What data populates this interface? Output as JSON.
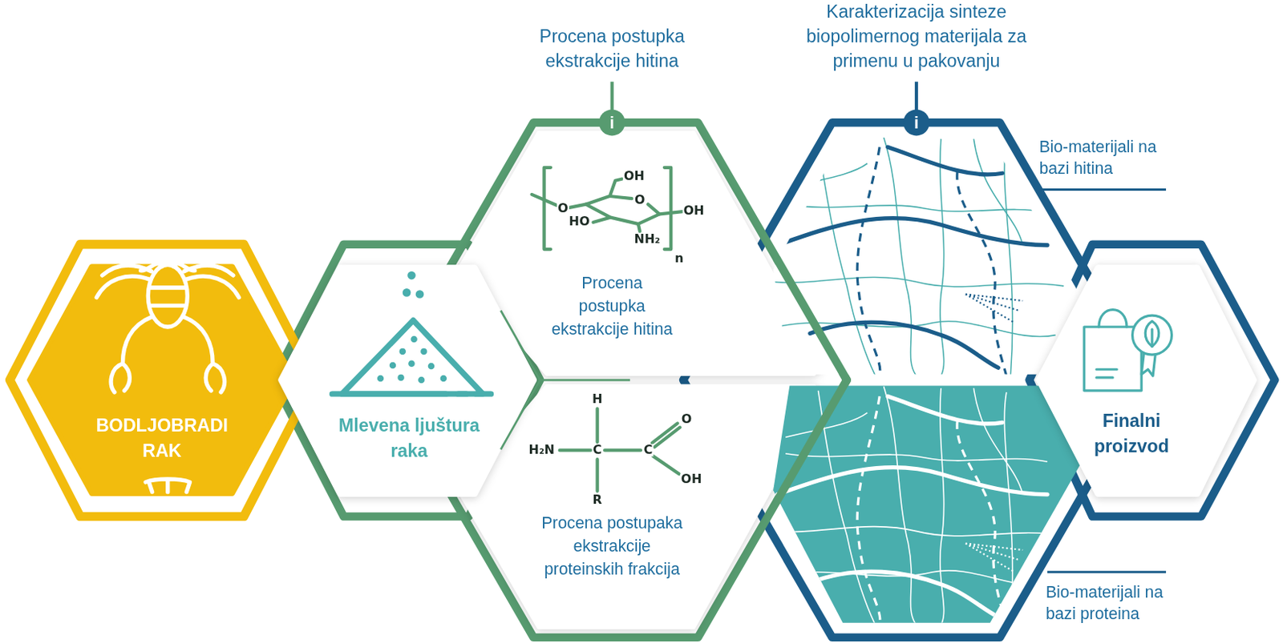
{
  "diagram": {
    "nodes": [
      {
        "text": [
          "BODLJOBRADI RAK"
        ]
      },
      {
        "text": [
          "Mlevena ljuštura raka"
        ]
      },
      {
        "text": [
          "Procena postupka ekstrakcije hitina"
        ]
      },
      {
        "text": [
          "Procena postupka ekstrakcije hitina"
        ],
        "in": 2
      },
      {
        "text": [
          "Procena postupaka ekstrakcije proteinskih frakcija"
        ],
        "in": 2
      },
      {
        "text": [
          "Karakterizacija sinteze biopolimernog materijala za primenu u pakovanju"
        ]
      },
      {
        "text": [
          "Bio-materijali na bazi hitina"
        ],
        "in": 5
      },
      {
        "text": [
          "Bio-materijali na bazi proteina"
        ],
        "in": 5
      },
      {
        "text": [
          "Finalni proizvod"
        ]
      }
    ],
    "labels": [
      "i",
      "OH",
      "O",
      "O",
      "OH",
      "HO",
      "NH₂",
      "n",
      "H",
      "O",
      "H₂N",
      "C",
      "C",
      "OH",
      "R",
      "i"
    ]
  }
}
